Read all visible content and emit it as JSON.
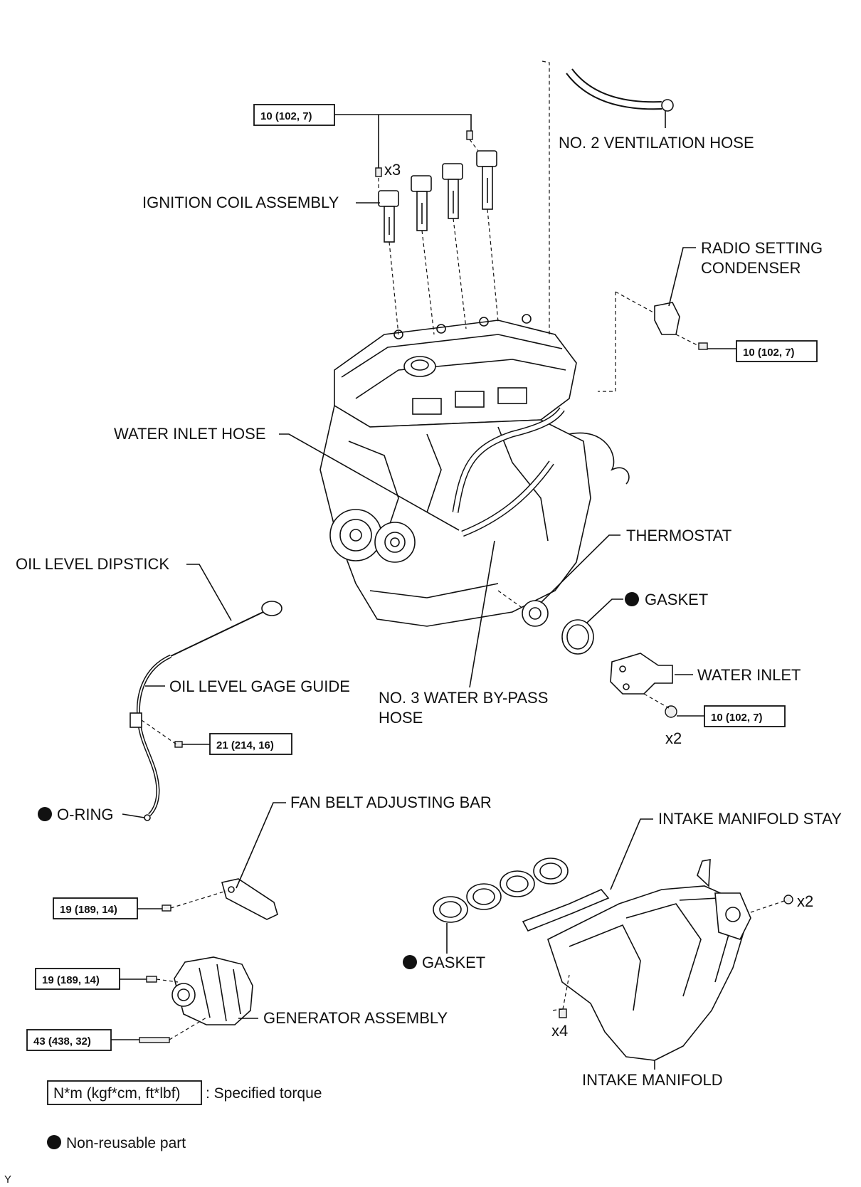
{
  "labels": {
    "ventilation_hose": "NO. 2 VENTILATION HOSE",
    "ignition_coil": "IGNITION COIL ASSEMBLY",
    "radio_condenser_1": "RADIO SETTING",
    "radio_condenser_2": "CONDENSER",
    "water_inlet_hose": "WATER INLET HOSE",
    "thermostat": "THERMOSTAT",
    "oil_dipstick": "OIL LEVEL DIPSTICK",
    "gasket_upper": "GASKET",
    "water_inlet": "WATER INLET",
    "oil_gage_guide": "OIL LEVEL GAGE GUIDE",
    "bypass_hose_1": "NO. 3 WATER BY-PASS",
    "bypass_hose_2": "HOSE",
    "o_ring": "O-RING",
    "fan_belt_bar": "FAN BELT ADJUSTING BAR",
    "intake_stay": "INTAKE MANIFOLD STAY",
    "gasket_lower": "GASKET",
    "generator": "GENERATOR ASSEMBLY",
    "intake_manifold": "INTAKE MANIFOLD"
  },
  "torques": {
    "coil_bolts": "10 (102, 7)",
    "condenser_bolt": "10 (102, 7)",
    "water_inlet_nuts": "10 (102, 7)",
    "gage_guide_bolt": "21 (214, 16)",
    "fan_belt_bolt": "19 (189, 14)",
    "generator_bolt_1": "19 (189, 14)",
    "generator_bolt_2": "43 (438, 32)"
  },
  "quantities": {
    "coil": "x3",
    "water_inlet": "x2",
    "manifold_nuts": "x2",
    "manifold_bolts": "x4"
  },
  "legend": {
    "torque_units": "N*m (kgf*cm, ft*lbf)",
    "torque_desc": ": Specified torque",
    "nonreusable_desc": "Non-reusable part"
  },
  "corner_mark": "Y"
}
